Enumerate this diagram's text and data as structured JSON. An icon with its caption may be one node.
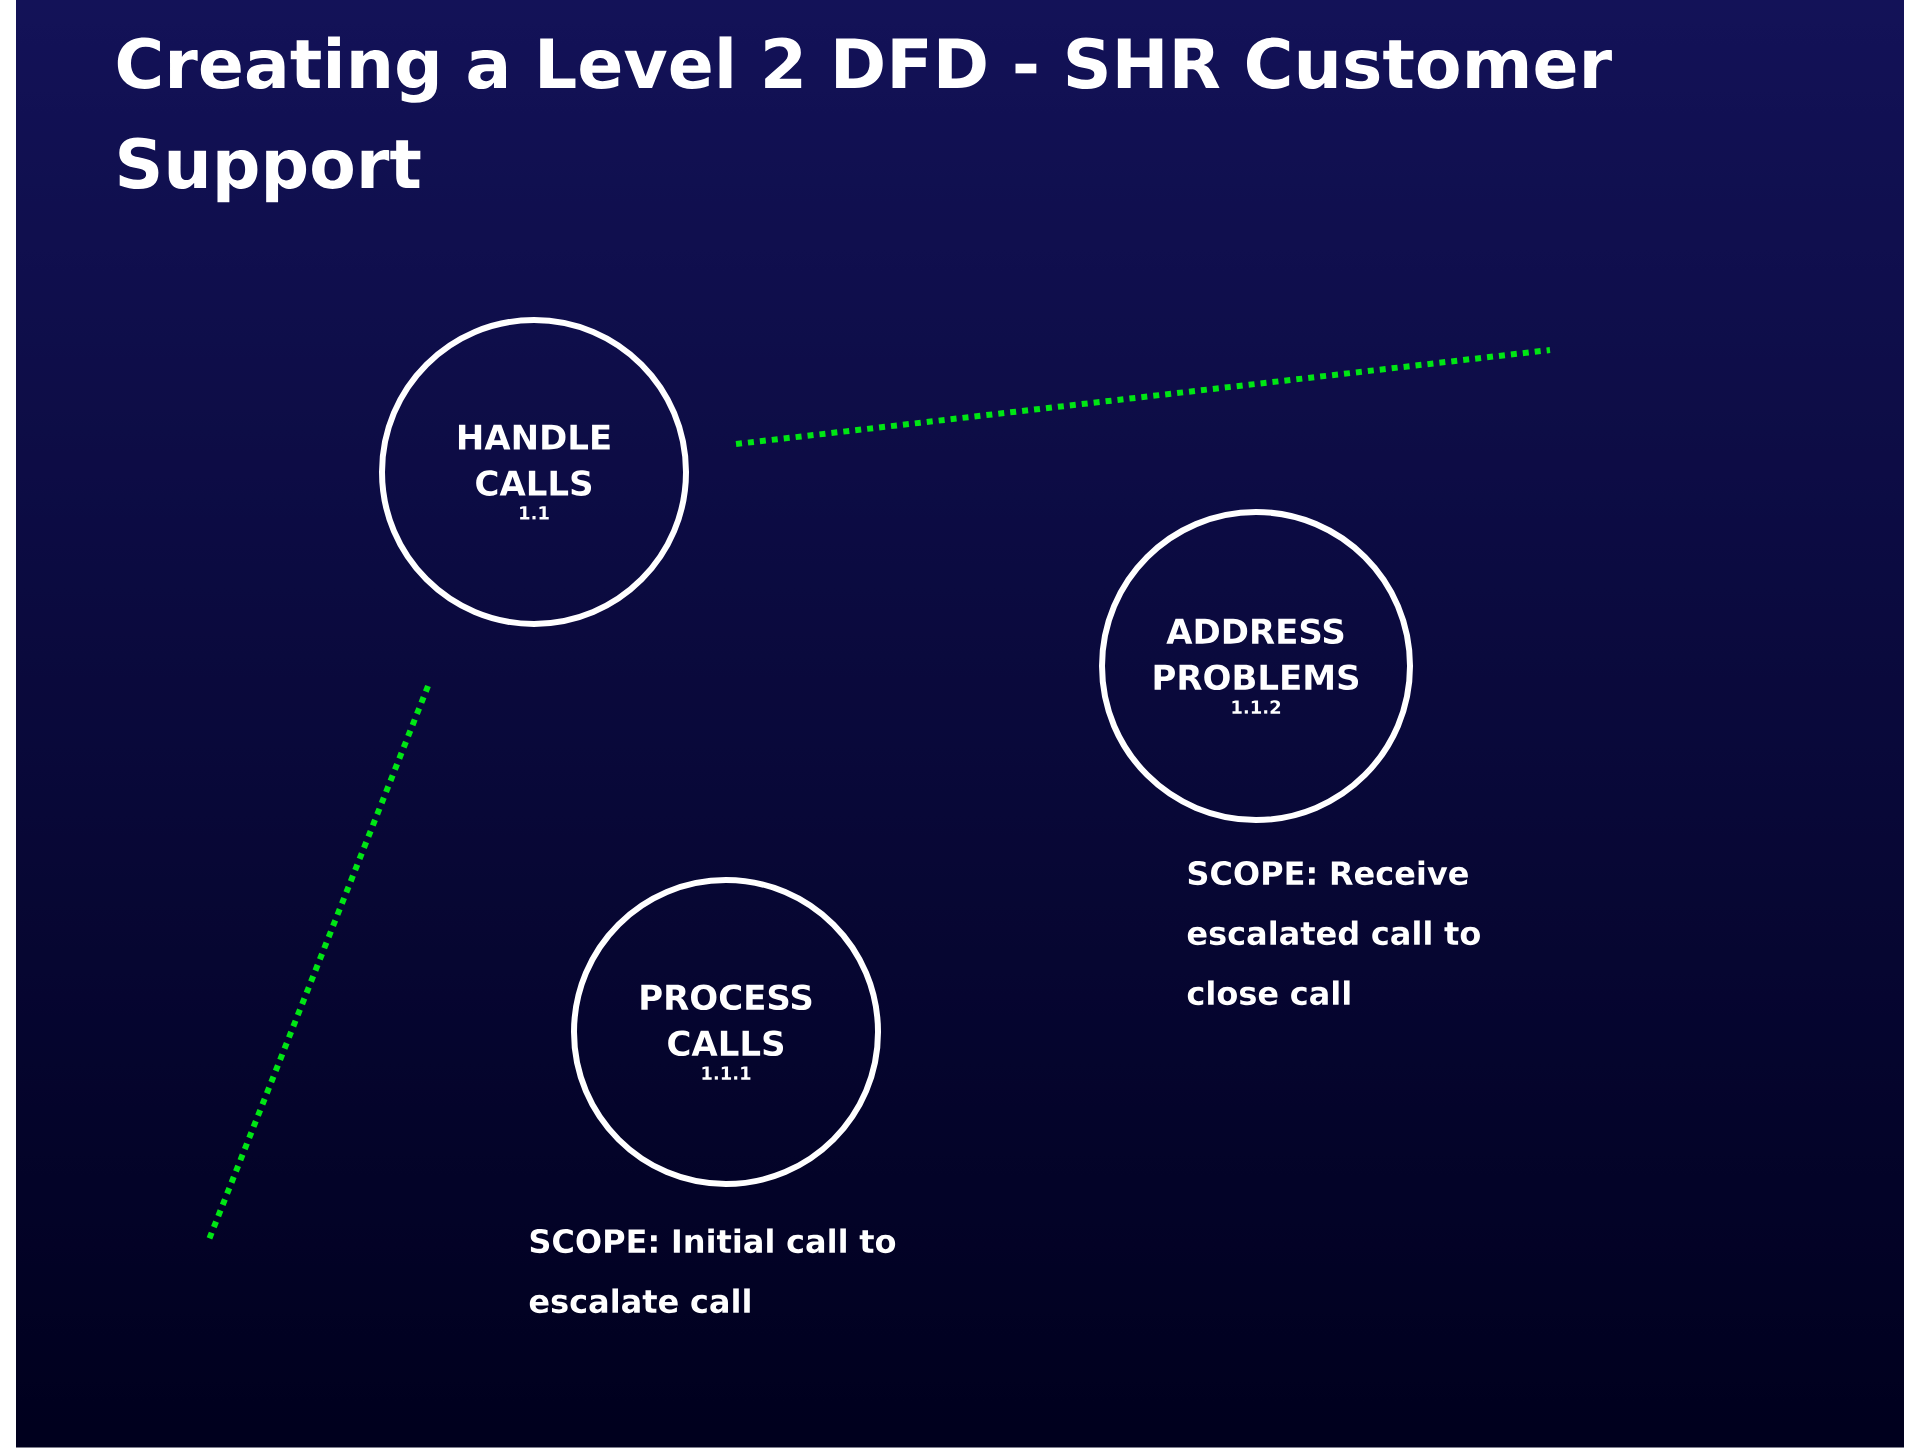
{
  "diagram": {
    "title": "Creating a Level 2 DFD - SHR Customer Support",
    "nodes": [
      {
        "text": [
          "HANDLE CALLS",
          "1.1"
        ]
      },
      {
        "text": [
          "ADDRESS PROBLEMS",
          "1.1.2"
        ],
        "beside": [
          "SCOPE:  Receive escalated call to close call"
        ]
      },
      {
        "text": [
          "PROCESS CALLS",
          "1.1.1"
        ],
        "beside": [
          "SCOPE:  Initial call to escalate call"
        ]
      }
    ],
    "edges": []
  }
}
